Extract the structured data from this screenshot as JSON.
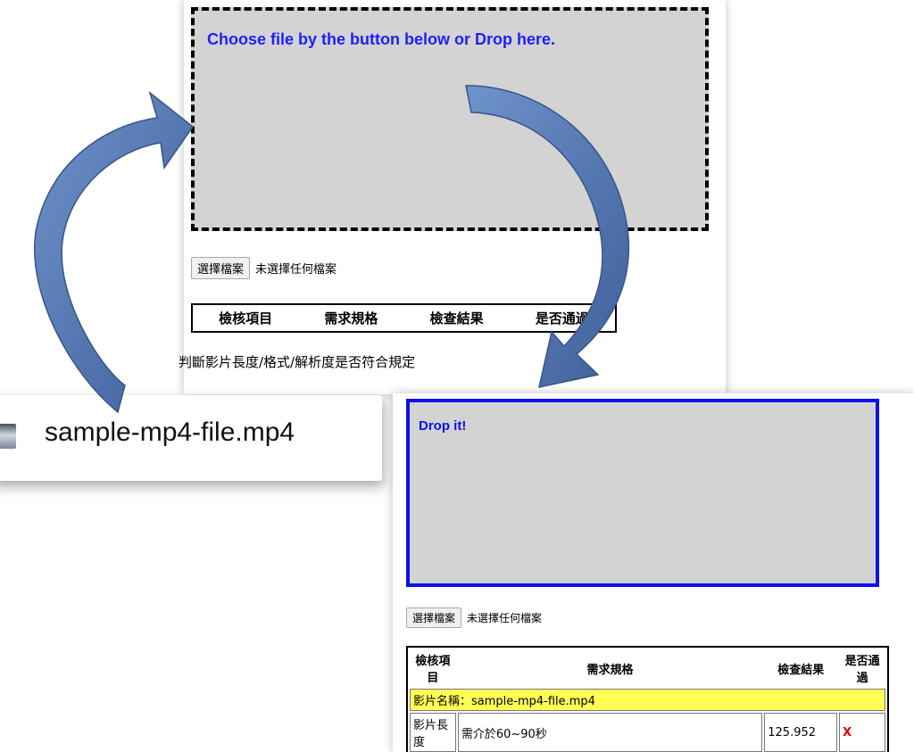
{
  "top_panel": {
    "dropzone_text": "Choose file by the button below or Drop here.",
    "file_button_label": "選擇檔案",
    "file_status": "未選擇任何檔案",
    "table_headers": [
      "檢核項目",
      "需求規格",
      "檢查結果",
      "是否通過"
    ],
    "description": "判斷影片長度/格式/解析度是否符合規定"
  },
  "file_chip": {
    "thumbnail_icon": "video-thumbnail-icon",
    "filename": "sample-mp4-file.mp4"
  },
  "bottom_panel": {
    "dropzone_text": "Drop it!",
    "file_button_label": "選擇檔案",
    "file_status": "未選擇任何檔案",
    "table": {
      "headers": [
        "檢核項目",
        "需求規格",
        "檢查結果",
        "是否通過"
      ],
      "highlight_row": "影片名稱：sample-mp4-file.mp4",
      "rows": [
        {
          "item": "影片長度",
          "spec": "需介於60~90秒",
          "result": "125.952",
          "pass": "X"
        }
      ]
    }
  },
  "colors": {
    "dropzone_bg": "#d3d3d3",
    "drop_text_blue": "#1f1fff",
    "drop_active_border": "#0a10ee",
    "highlight_yellow": "#ffff55",
    "fail_red": "#e00000",
    "arrow_fill": "#5a7fb8"
  }
}
